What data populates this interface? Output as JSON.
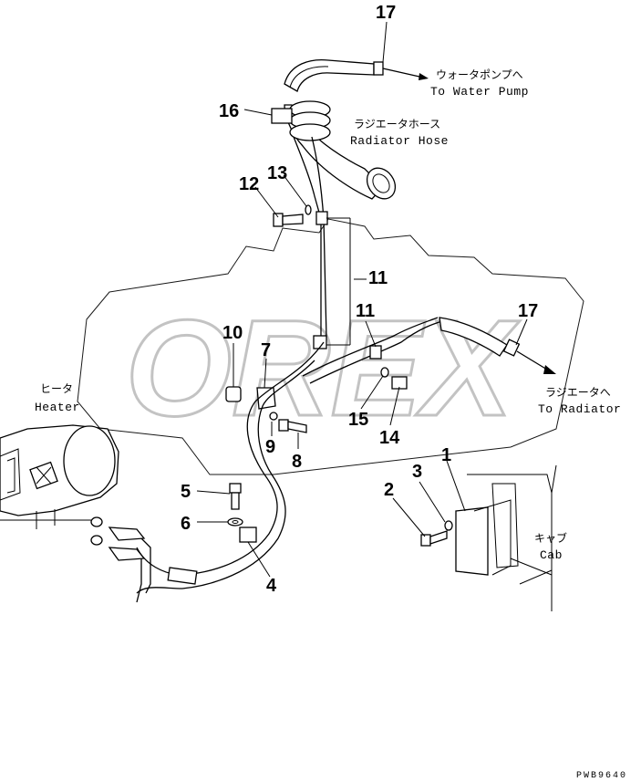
{
  "watermark": "OREX",
  "document_id": "PWB9640",
  "callouts": {
    "c17a": "17",
    "c16": "16",
    "c12": "12",
    "c13": "13",
    "c11a": "11",
    "c11b": "11",
    "c10": "10",
    "c7": "7",
    "c17b": "17",
    "c15": "15",
    "c14": "14",
    "c9": "9",
    "c8": "8",
    "c5": "5",
    "c6": "6",
    "c4": "4",
    "c1": "1",
    "c2": "2",
    "c3": "3"
  },
  "annotations": {
    "water_pump_jp": "ウォータポンプへ",
    "water_pump_en": "To Water Pump",
    "radiator_hose_jp": "ラジエータホース",
    "radiator_hose_en": "Radiator Hose",
    "heater_jp": "ヒータ",
    "heater_en": "Heater",
    "to_radiator_jp": "ラジエータへ",
    "to_radiator_en": "To Radiator",
    "cab_jp": "キャブ",
    "cab_en": "Cab"
  }
}
